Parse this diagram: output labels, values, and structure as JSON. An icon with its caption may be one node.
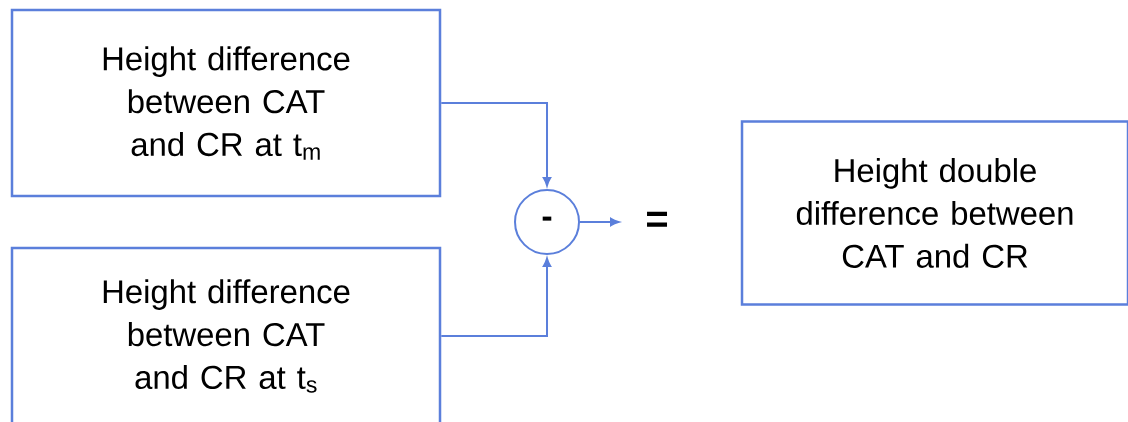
{
  "diagram": {
    "nodes": [
      {
        "text": [
          "Height difference between CAT and CR at t$_{m}$"
        ]
      },
      {
        "text": [
          "Height difference between CAT and CR at t$_{s}$"
        ]
      },
      {
        "text": [
          "-"
        ]
      },
      {
        "text": [
          "Height double difference between CAT and CR"
        ]
      }
    ],
    "edges": [
      {
        "from": 0,
        "to": 2,
        "arrow": "to"
      },
      {
        "from": 1,
        "to": 2,
        "arrow": "to"
      },
      {
        "from": 2,
        "to": null,
        "arrow": "to"
      }
    ],
    "labels": [
      "="
    ]
  }
}
